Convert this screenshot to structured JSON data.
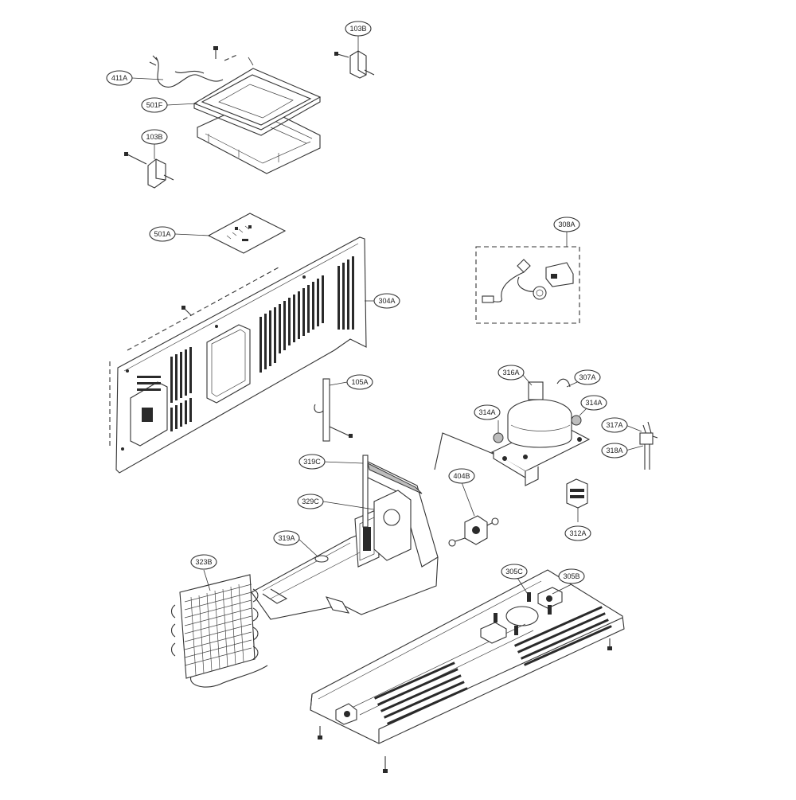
{
  "callouts": [
    {
      "id": "411A",
      "label": "411A"
    },
    {
      "id": "501F",
      "label": "501F"
    },
    {
      "id": "103B_top",
      "label": "103B"
    },
    {
      "id": "103B_left",
      "label": "103B"
    },
    {
      "id": "501A",
      "label": "501A"
    },
    {
      "id": "304A",
      "label": "304A"
    },
    {
      "id": "308A",
      "label": "308A"
    },
    {
      "id": "105A",
      "label": "105A"
    },
    {
      "id": "316A",
      "label": "316A"
    },
    {
      "id": "307A",
      "label": "307A"
    },
    {
      "id": "314A_left",
      "label": "314A"
    },
    {
      "id": "314A_right",
      "label": "314A"
    },
    {
      "id": "317A",
      "label": "317A"
    },
    {
      "id": "318A",
      "label": "318A"
    },
    {
      "id": "319C",
      "label": "319C"
    },
    {
      "id": "329C",
      "label": "329C"
    },
    {
      "id": "404B",
      "label": "404B"
    },
    {
      "id": "312A",
      "label": "312A"
    },
    {
      "id": "319A",
      "label": "319A"
    },
    {
      "id": "323B",
      "label": "323B"
    },
    {
      "id": "305C",
      "label": "305C"
    },
    {
      "id": "305B",
      "label": "305B"
    }
  ],
  "colors": {
    "line": "#333333",
    "background": "#ffffff"
  }
}
